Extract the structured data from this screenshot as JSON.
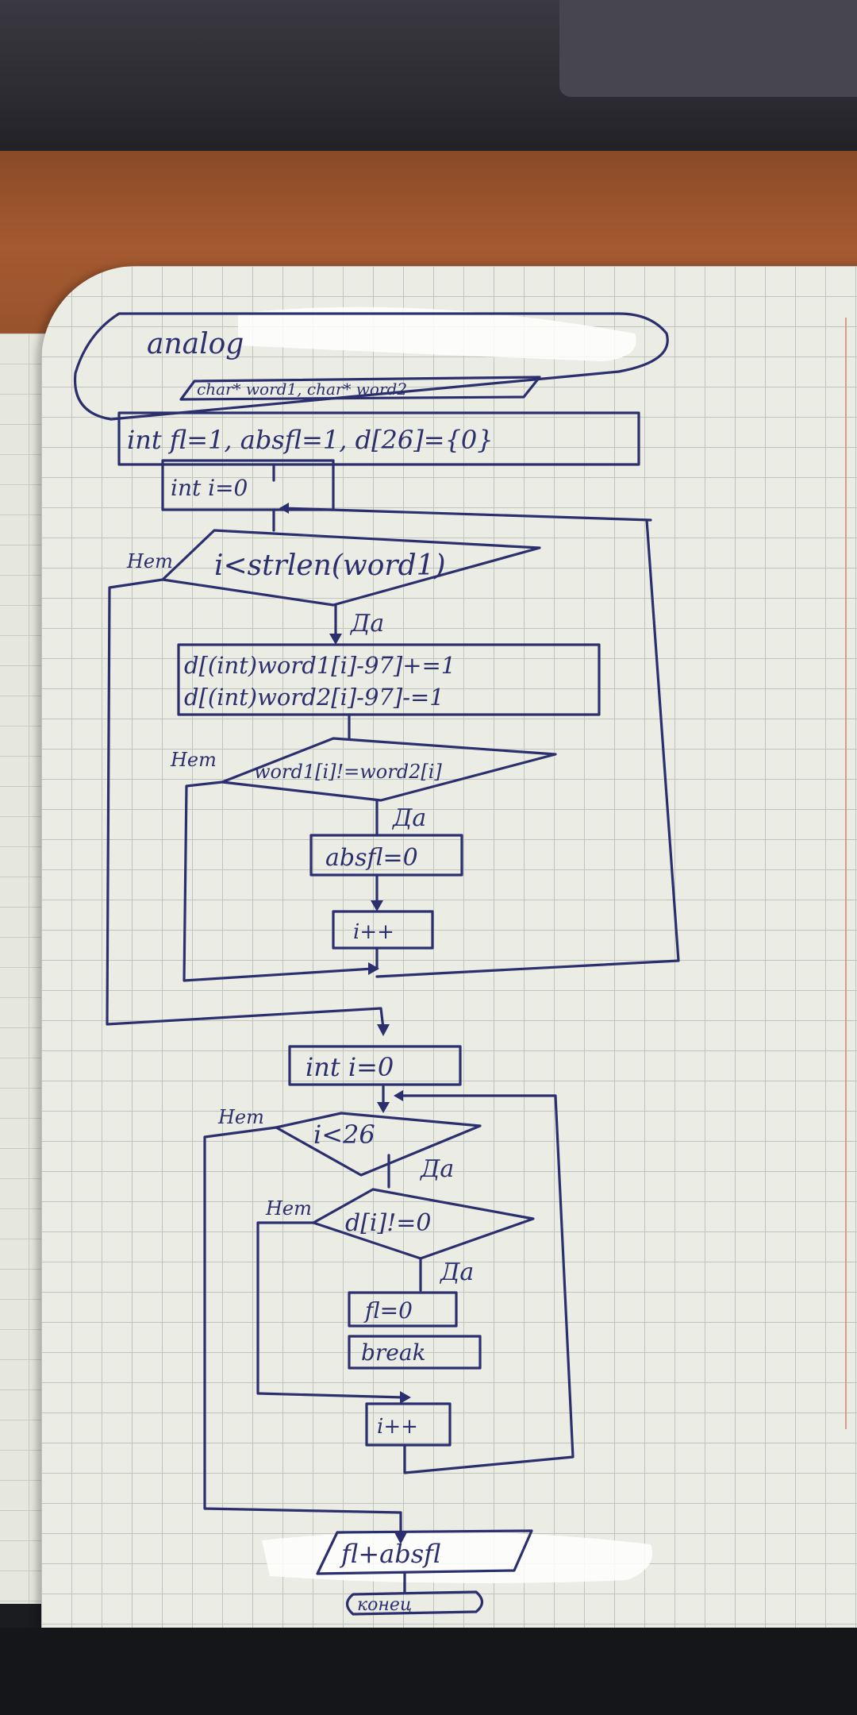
{
  "diagram": {
    "header": {
      "func_name": "analog",
      "params": "char* word1, char* word2"
    },
    "init_vars": "int fl=1, absfl=1, d[26]={0}",
    "loop1": {
      "init": "int i=0",
      "condition": "i<strlen(word1)",
      "yes": "Да",
      "no": "Нет",
      "body_line1": "d[(int)word1[i]-97]+=1",
      "body_line2": "d[(int)word2[i]-97]-=1",
      "inner_condition": "word1[i]!=word2[i]",
      "inner_yes": "Да",
      "inner_no": "Нет",
      "inner_action": "absfl=0",
      "increment": "i++"
    },
    "loop2": {
      "init": "int i=0",
      "condition": "i<26",
      "yes": "Да",
      "no": "Нет",
      "inner_condition": "d[i]!=0",
      "inner_yes": "Да",
      "inner_no": "Нет",
      "action1": "fl=0",
      "action2": "break",
      "increment": "i++"
    },
    "output": "fl+absfl",
    "end": "конец"
  },
  "colors": {
    "ink": "#2b2f6e",
    "paper": "#ebece4",
    "grid": "#bfc5be",
    "table": "#a55a30"
  }
}
